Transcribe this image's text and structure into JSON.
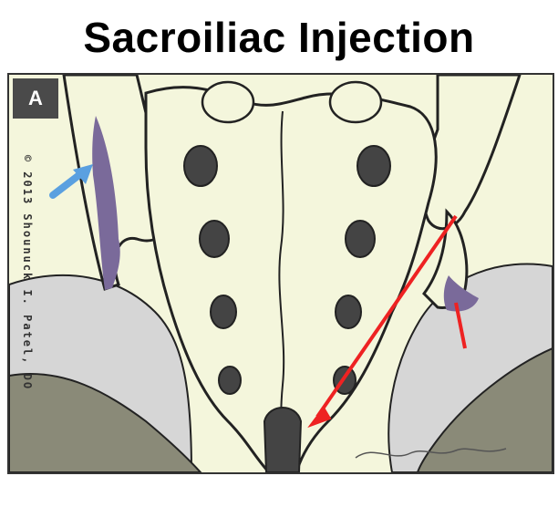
{
  "title": "Sacroiliac Injection",
  "panel_label": "A",
  "copyright": "© 2013 Shounuck I. Patel, DO",
  "colors": {
    "bone": "#f4f6dc",
    "bone_outline": "#222222",
    "foramen": "#444444",
    "joint_highlight": "#7a6a9a",
    "pelvic_gray": "#d6d6d6",
    "dark_region": "#8a8a78",
    "arrow_blue": "#5aa0e0",
    "needle_red": "#ee2222"
  },
  "icons": {
    "pointer": "blue-arrow-icon",
    "needle": "red-needle-icon"
  }
}
